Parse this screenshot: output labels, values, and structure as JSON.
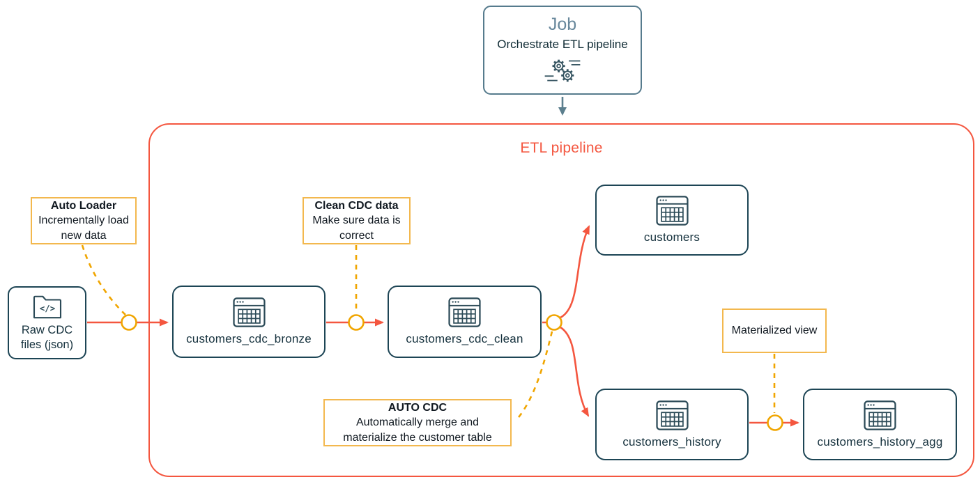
{
  "colors": {
    "node_border": "#1d4555",
    "node_text": "#15313d",
    "red_accent": "#f4563f",
    "amber": "#f0a500",
    "amber_border": "#f3b84e",
    "job_border": "#567b8d",
    "job_title": "#68889c"
  },
  "job": {
    "title": "Job",
    "subtitle": "Orchestrate ETL pipeline",
    "icon": "gears-icon"
  },
  "pipeline": {
    "title": "ETL pipeline"
  },
  "source": {
    "label": "Raw CDC files (json)",
    "icon": "folder-code-icon"
  },
  "nodes": [
    {
      "label": "customers_cdc_bronze",
      "icon": "table-icon"
    },
    {
      "label": "customers_cdc_clean",
      "icon": "table-icon"
    },
    {
      "label": "customers",
      "icon": "table-icon"
    },
    {
      "label": "customers_history",
      "icon": "table-icon"
    },
    {
      "label": "customers_history_agg",
      "icon": "table-icon"
    }
  ],
  "annotations": [
    {
      "title": "Auto Loader",
      "body": "Incrementally load new data"
    },
    {
      "title": "Clean CDC data",
      "body": "Make sure data is correct"
    },
    {
      "title": "AUTO CDC",
      "body": "Automatically merge and materialize the customer table"
    },
    {
      "title": "",
      "body": "Materialized view"
    }
  ]
}
